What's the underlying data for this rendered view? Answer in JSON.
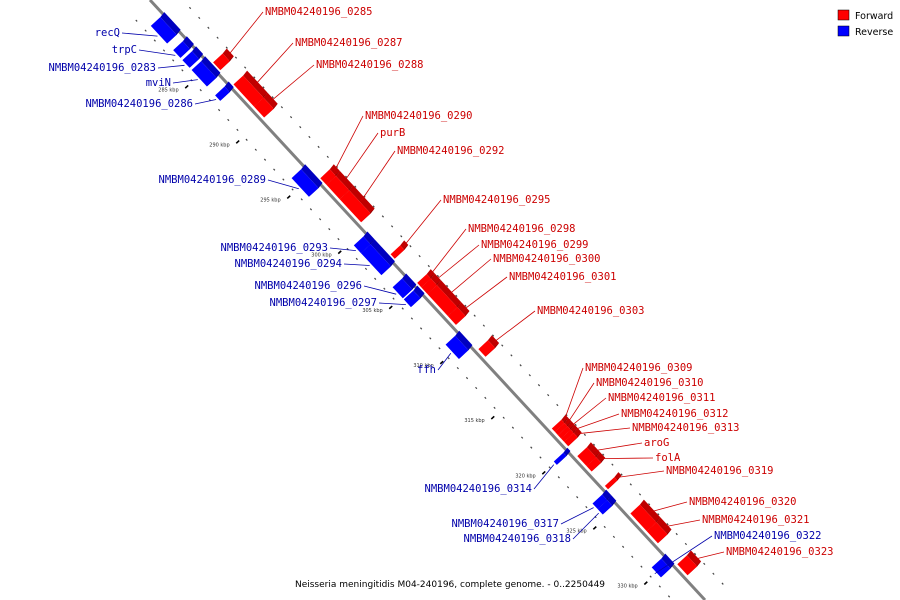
{
  "caption": "Neisseria meningitidis M04-240196, complete genome. - 0..2250449",
  "legend": {
    "forward_label": "Forward",
    "reverse_label": "Reverse",
    "forward_color": "#ff0000",
    "reverse_color": "#0000ff"
  },
  "colors": {
    "backbone": "#808080",
    "forward_label": "#cc0000",
    "reverse_label": "#0000aa",
    "tick": "#000000"
  },
  "genes": [
    {
      "name": "recQ",
      "strand": "reverse",
      "start": 280.4,
      "end": 282.0
    },
    {
      "name": "trpC",
      "strand": "reverse",
      "start": 282.6,
      "end": 283.3
    },
    {
      "name": "NMBM04240196_0283",
      "strand": "reverse",
      "start": 283.5,
      "end": 284.2
    },
    {
      "name": "mviN",
      "strand": "reverse",
      "start": 284.4,
      "end": 285.9
    },
    {
      "name": "NMBM04240196_0285",
      "strand": "forward",
      "start": 285.0,
      "end": 285.7
    },
    {
      "name": "NMBM04240196_0286",
      "strand": "reverse",
      "start": 286.7,
      "end": 287.2
    },
    {
      "name": "NMBM04240196_0287",
      "strand": "forward",
      "start": 287.0,
      "end": 289.0
    },
    {
      "name": "NMBM04240196_0288",
      "strand": "forward",
      "start": 289.0,
      "end": 290.0
    },
    {
      "name": "NMBM04240196_0289",
      "strand": "reverse",
      "start": 294.2,
      "end": 295.9
    },
    {
      "name": "NMBM04240196_0290",
      "strand": "forward",
      "start": 295.5,
      "end": 296.1
    },
    {
      "name": "purB",
      "strand": "forward",
      "start": 296.1,
      "end": 297.4
    },
    {
      "name": "NMBM04240196_0292",
      "strand": "forward",
      "start": 297.4,
      "end": 299.5
    },
    {
      "name": "NMBM04240196_0293",
      "strand": "reverse",
      "start": 300.3,
      "end": 301.0
    },
    {
      "name": "NMBM04240196_0294",
      "strand": "reverse",
      "start": 301.0,
      "end": 303.0
    },
    {
      "name": "NMBM04240196_0295",
      "strand": "forward",
      "start": 302.4,
      "end": 302.8
    },
    {
      "name": "NMBM04240196_0296",
      "strand": "reverse",
      "start": 304.1,
      "end": 305.1
    },
    {
      "name": "NMBM04240196_0297",
      "strand": "reverse",
      "start": 305.2,
      "end": 305.9
    },
    {
      "name": "NMBM04240196_0298",
      "strand": "forward",
      "start": 305.0,
      "end": 305.4
    },
    {
      "name": "NMBM04240196_0299",
      "strand": "forward",
      "start": 305.4,
      "end": 306.0
    },
    {
      "name": "NMBM04240196_0300",
      "strand": "forward",
      "start": 306.0,
      "end": 308.0
    },
    {
      "name": "NMBM04240196_0301",
      "strand": "forward",
      "start": 308.0,
      "end": 308.8
    },
    {
      "name": "NMBM04240196_0303",
      "strand": "forward",
      "start": 311.0,
      "end": 311.7
    },
    {
      "name": "ffh",
      "strand": "reverse",
      "start": 309.3,
      "end": 310.6
    },
    {
      "name": "NMBM04240196_0309",
      "strand": "forward",
      "start": 318.2,
      "end": 318.5
    },
    {
      "name": "NMBM04240196_0310",
      "strand": "forward",
      "start": 318.5,
      "end": 318.8
    },
    {
      "name": "NMBM04240196_0311",
      "strand": "forward",
      "start": 318.8,
      "end": 319.1
    },
    {
      "name": "NMBM04240196_0312",
      "strand": "forward",
      "start": 319.1,
      "end": 319.4
    },
    {
      "name": "NMBM04240196_0313",
      "strand": "forward",
      "start": 319.4,
      "end": 319.8
    },
    {
      "name": "aroG",
      "strand": "forward",
      "start": 320.7,
      "end": 321.6
    },
    {
      "name": "folA",
      "strand": "forward",
      "start": 321.6,
      "end": 322.1
    },
    {
      "name": "NMBM04240196_0314",
      "strand": "reverse",
      "start": 319.9,
      "end": 320.2
    },
    {
      "name": "NMBM04240196_0319",
      "strand": "forward",
      "start": 323.4,
      "end": 323.7
    },
    {
      "name": "NMBM04240196_0317",
      "strand": "reverse",
      "start": 323.7,
      "end": 324.2
    },
    {
      "name": "NMBM04240196_0318",
      "strand": "reverse",
      "start": 324.2,
      "end": 324.7
    },
    {
      "name": "NMBM04240196_0320",
      "strand": "forward",
      "start": 325.9,
      "end": 327.5
    },
    {
      "name": "NMBM04240196_0321",
      "strand": "forward",
      "start": 327.5,
      "end": 328.6
    },
    {
      "name": "NMBM04240196_0322",
      "strand": "reverse",
      "start": 329.5,
      "end": 330.4
    },
    {
      "name": "NMBM04240196_0323",
      "strand": "forward",
      "start": 330.5,
      "end": 331.5
    }
  ],
  "ticks": [
    {
      "kbp": 285,
      "label": "285 kbp"
    },
    {
      "kbp": 290,
      "label": "290 kbp"
    },
    {
      "kbp": 295,
      "label": "295 kbp"
    },
    {
      "kbp": 300,
      "label": "300 kbp"
    },
    {
      "kbp": 305,
      "label": "305 kbp"
    },
    {
      "kbp": 310,
      "label": "310 kbp"
    },
    {
      "kbp": 315,
      "label": "315 kbp"
    },
    {
      "kbp": 320,
      "label": "320 kbp"
    },
    {
      "kbp": 325,
      "label": "325 kbp"
    },
    {
      "kbp": 330,
      "label": "330 kbp"
    }
  ]
}
